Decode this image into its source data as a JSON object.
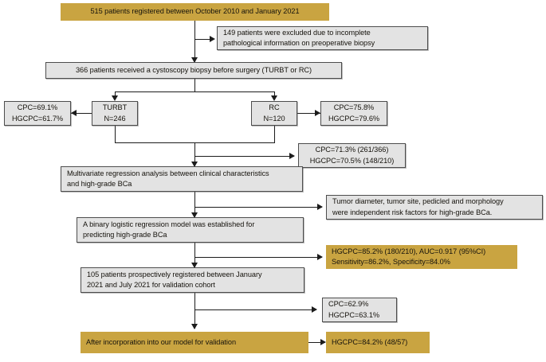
{
  "diagram": {
    "title": "Study flow diagram for cystoscopy biopsy and high-grade BCa prediction model",
    "colors": {
      "highlight": "#c9a441",
      "box": "#e3e3e3",
      "border": "#4d4d4d",
      "connector": "#1c1c1c",
      "background": "#ffffff"
    }
  },
  "nodes": {
    "registered": {
      "text": "515 patients registered between October 2010 and January 2021",
      "style": "highlight"
    },
    "excluded": {
      "text": "149 patients were excluded due to incomplete\npathological information on preoperative biopsy",
      "style": "box"
    },
    "biopsy": {
      "text": "366 patients received a cystoscopy biopsy before surgery (TURBT or RC)",
      "style": "box"
    },
    "turbt": {
      "text": "TURBT\nN=246",
      "style": "box"
    },
    "turbt_result": {
      "text": "CPC=69.1%\nHGCPC=61.7%",
      "style": "box"
    },
    "rc": {
      "text": "RC\nN=120",
      "style": "box"
    },
    "rc_result": {
      "text": "CPC=75.8%\nHGCPC=79.6%",
      "style": "box"
    },
    "combined_result": {
      "text": "CPC=71.3% (261/366)\nHGCPC=70.5% (148/210)",
      "style": "box"
    },
    "multivariate": {
      "text": "Multivariate regression analysis between clinical characteristics\nand high-grade BCa",
      "style": "box"
    },
    "risk_factors": {
      "text": "Tumor diameter, tumor site, pedicled and morphology\nwere independent risk factors for high-grade BCa.",
      "style": "box"
    },
    "logistic_model": {
      "text": "A binary logistic regression model was established for\npredicting high-grade BCa",
      "style": "box"
    },
    "model_performance": {
      "text": "HGCPC=85.2% (180/210), AUC=0.917 (95%CI)\nSensitivity=86.2%, Specificity=84.0%",
      "style": "highlight"
    },
    "validation_cohort": {
      "text": "105 patients prospectively registered between January\n2021 and July 2021 for validation cohort",
      "style": "box"
    },
    "validation_result": {
      "text": "CPC=62.9%\nHGCPC=63.1%",
      "style": "box"
    },
    "incorporation": {
      "text": "After incorporation into our model for validation",
      "style": "highlight"
    },
    "final_result": {
      "text": "HGCPC=84.2% (48/57)",
      "style": "highlight"
    }
  },
  "chart_data": {
    "type": "diagram",
    "title": "Patient flow and model development diagram",
    "flow": [
      {
        "from": "registered",
        "to": "excluded",
        "direction": "right"
      },
      {
        "from": "registered",
        "to": "biopsy",
        "direction": "down"
      },
      {
        "from": "biopsy",
        "to": "turbt",
        "direction": "down"
      },
      {
        "from": "biopsy",
        "to": "rc",
        "direction": "down"
      },
      {
        "from": "turbt",
        "to": "turbt_result",
        "direction": "left"
      },
      {
        "from": "rc",
        "to": "rc_result",
        "direction": "right"
      },
      {
        "from": "turbt+rc",
        "to": "combined_result",
        "direction": "right"
      },
      {
        "from": "turbt+rc",
        "to": "multivariate",
        "direction": "down"
      },
      {
        "from": "multivariate",
        "to": "risk_factors",
        "direction": "right"
      },
      {
        "from": "multivariate",
        "to": "logistic_model",
        "direction": "down"
      },
      {
        "from": "logistic_model",
        "to": "model_performance",
        "direction": "right"
      },
      {
        "from": "logistic_model",
        "to": "validation_cohort",
        "direction": "down"
      },
      {
        "from": "validation_cohort",
        "to": "validation_result",
        "direction": "right"
      },
      {
        "from": "validation_cohort",
        "to": "incorporation",
        "direction": "down"
      },
      {
        "from": "incorporation",
        "to": "final_result",
        "direction": "right"
      }
    ],
    "values": {
      "total_registered": 515,
      "excluded": 149,
      "biopsied": 366,
      "turbt_n": 246,
      "rc_n": 120,
      "turbt_cpc_pct": 69.1,
      "turbt_hgcpc_pct": 61.7,
      "rc_cpc_pct": 75.8,
      "rc_hgcpc_pct": 79.6,
      "combined_cpc_pct": 71.3,
      "combined_cpc_frac": "261/366",
      "combined_hgcpc_pct": 70.5,
      "combined_hgcpc_frac": "148/210",
      "model_hgcpc_pct": 85.2,
      "model_hgcpc_frac": "180/210",
      "auc": 0.917,
      "sensitivity_pct": 86.2,
      "specificity_pct": 84.0,
      "validation_n": 105,
      "validation_cpc_pct": 62.9,
      "validation_hgcpc_pct": 63.1,
      "final_hgcpc_pct": 84.2,
      "final_hgcpc_frac": "48/57"
    }
  }
}
